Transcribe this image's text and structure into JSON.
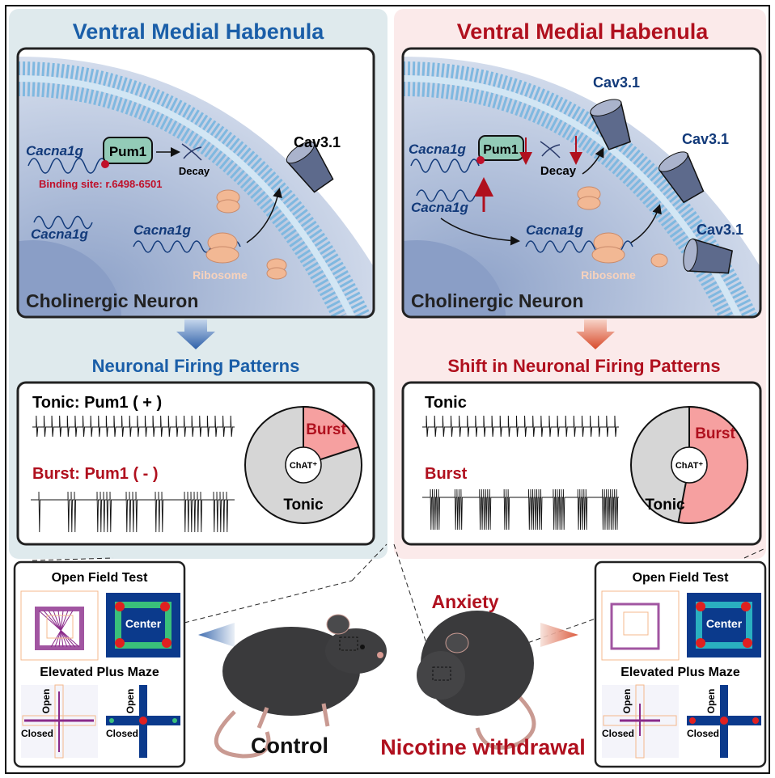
{
  "left": {
    "title": "Ventral Medial Habenula",
    "gene_labels": [
      "Cacna1g",
      "Cacna1g",
      "Cacna1g"
    ],
    "protein": "Pum1",
    "decay": "Decay",
    "binding_site": "Binding site: r.6498-6501",
    "channel": "Cav3.1",
    "ribosome": "Ribosome",
    "neuron": "Cholinergic Neuron",
    "firing_title": "Neuronal Firing Patterns",
    "tonic_label": "Tonic: Pum1 ( + )",
    "burst_label": "Burst: Pum1 ( - )",
    "pie": {
      "burst": "Burst",
      "tonic": "Tonic",
      "center": "ChAT⁺",
      "burst_fraction": 0.2
    },
    "behavior": {
      "oft": "Open Field Test",
      "center": "Center",
      "epm": "Elevated Plus Maze",
      "open": "Open",
      "closed": "Closed",
      "closed2": "Closed",
      "open2": "Open"
    },
    "group": "Control"
  },
  "right": {
    "title": "Ventral Medial Habenula",
    "gene_labels": [
      "Cacna1g",
      "Cacna1g",
      "Cacna1g"
    ],
    "protein": "Pum1",
    "decay": "Decay",
    "channels": [
      "Cav3.1",
      "Cav3.1",
      "Cav3.1"
    ],
    "ribosome": "Ribosome",
    "neuron": "Cholinergic Neuron",
    "firing_title": "Shift in Neuronal Firing Patterns",
    "tonic_label": "Tonic",
    "burst_label": "Burst",
    "pie": {
      "burst": "Burst",
      "tonic": "Tonic",
      "center": "ChAT⁺",
      "burst_fraction": 0.53
    },
    "behavior": {
      "oft": "Open Field Test",
      "center": "Center",
      "epm": "Elevated Plus Maze",
      "open": "Open",
      "closed": "Closed",
      "closed2": "Closed",
      "open2": "Open"
    },
    "anxiety": "Anxiety",
    "group": "Nicotine withdrawal"
  },
  "colors": {
    "blue_title": "#1a5ea8",
    "red_title": "#b0101e",
    "burst_slice": "#f6a0a0",
    "tonic_slice": "#d6d6d6",
    "left_bg": "#dfeaed",
    "right_bg": "#fbeaea"
  }
}
